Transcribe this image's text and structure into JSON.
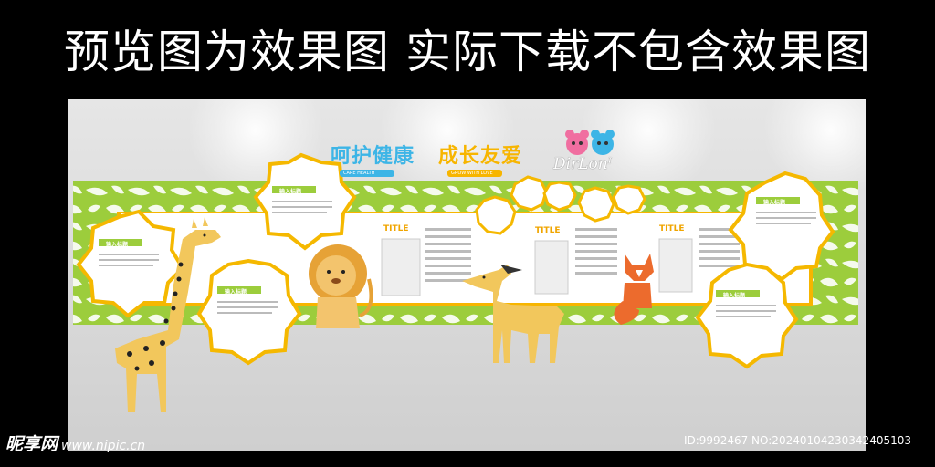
{
  "banner": {
    "title": "预览图为效果图 实际下载不包含效果图"
  },
  "wall": {
    "heading_health": "呵护健康",
    "heading_health_sub": "CARE HEALTH",
    "heading_growth": "成长友爱",
    "heading_growth_sub": "GROW WITH LOVE",
    "logo_text": "DirLonᴵ",
    "card_label": "输入标题",
    "panel_title": "TITLE"
  },
  "colors": {
    "frame_green": "#9ccd3c",
    "accent_yellow": "#f7b500",
    "accent_blue": "#3db5e6",
    "star_border": "#f5b800"
  },
  "footer": {
    "site_logo": "昵享网",
    "site_url": "www.nipic.cn",
    "id_text": "ID:9992467 NO:20240104230342405103"
  }
}
